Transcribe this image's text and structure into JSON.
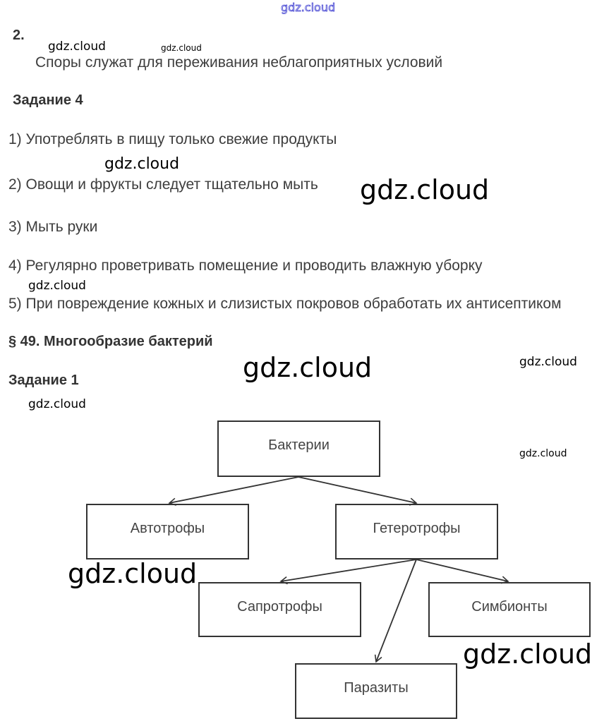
{
  "watermark": "gdz.cloud",
  "section2": {
    "number": "2.",
    "text": "Споры служат для переживания неблагоприятных условий"
  },
  "task4": {
    "title": "Задание 4",
    "items": [
      "1) Употреблять в пищу только свежие продукты",
      "2) Овощи и фрукты следует тщательно мыть",
      "3) Мыть руки",
      "4) Регулярно проветривать помещение и проводить влажную уборку",
      "5) При повреждение кожных и слизистых покровов обработать их антисептиком"
    ]
  },
  "paragraph": {
    "title": "§ 49. Многообразие бактерий",
    "task1_title": "Задание 1"
  },
  "diagram": {
    "root": "Бактерии",
    "autotrophs": "Автотрофы",
    "heterotrophs": "Гетеротрофы",
    "saprotrophs": "Сапротрофы",
    "symbionts": "Симбионты",
    "parasites": "Паразиты"
  }
}
